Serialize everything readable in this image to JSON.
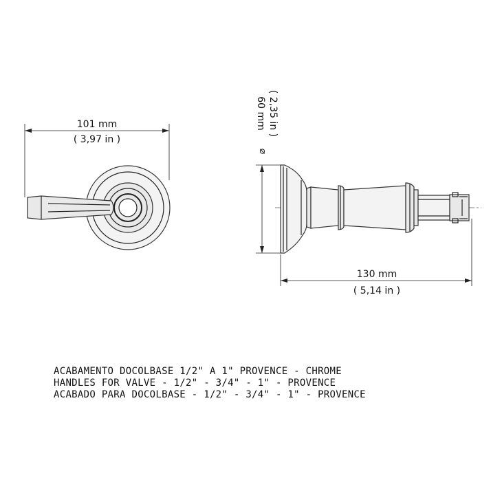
{
  "dimensions": {
    "width_mm": "101 mm",
    "width_in": "( 3,97 in )",
    "diameter_symbol": "⌀",
    "diameter_mm": "60 mm",
    "diameter_in": "( 2,35 in )",
    "length_mm": "130 mm",
    "length_in": "( 5,14 in )"
  },
  "caption": {
    "line1": "ACABAMENTO DOCOLBASE 1/2\" A 1\" PROVENCE - CHROME",
    "line2": "HANDLES FOR VALVE - 1/2\" - 3/4\" - 1\" - PROVENCE",
    "line3": "ACABADO PARA DOCOLBASE - 1/2\" - 3/4\" - 1\" - PROVENCE"
  }
}
